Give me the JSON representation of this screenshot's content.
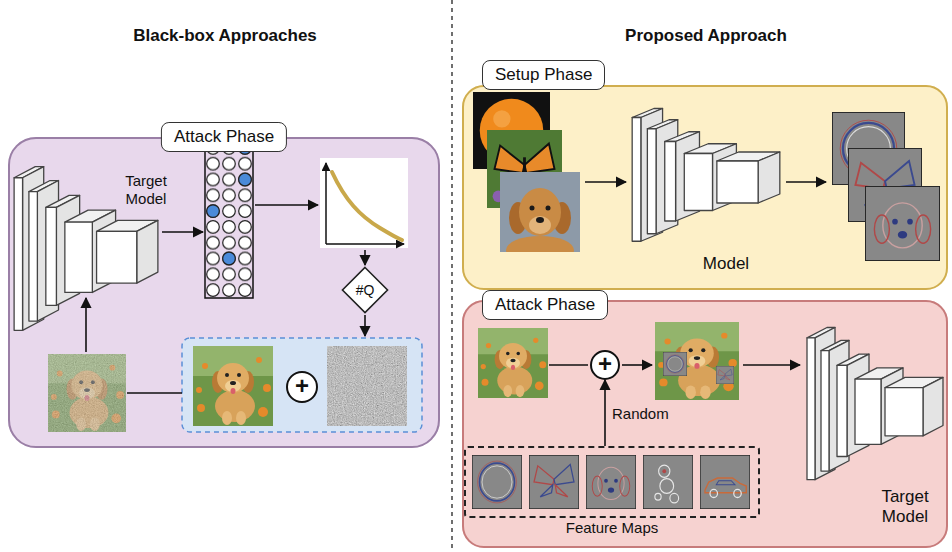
{
  "diagram": {
    "nodes": [
      {
        "text": [
          "Attack Phase"
        ]
      },
      {
        "text": [
          "#Q"
        ],
        "in": 0
      },
      {
        "text": [
          "+"
        ],
        "in": 0
      },
      {
        "text": [
          "Setup Phase"
        ]
      },
      {
        "text": [
          "Attack Phase"
        ]
      },
      {
        "text": [
          "+"
        ],
        "in": 4
      },
      {
        "text": [
          "Feature Maps"
        ],
        "in": 4
      }
    ],
    "edges": [
      {
        "from": 6,
        "to": 5,
        "label": "Random",
        "arrow": "to"
      }
    ],
    "labels": [
      "Black-box Approaches",
      "Target Model",
      "Proposed Approach",
      "Model",
      "Target Model"
    ]
  }
}
